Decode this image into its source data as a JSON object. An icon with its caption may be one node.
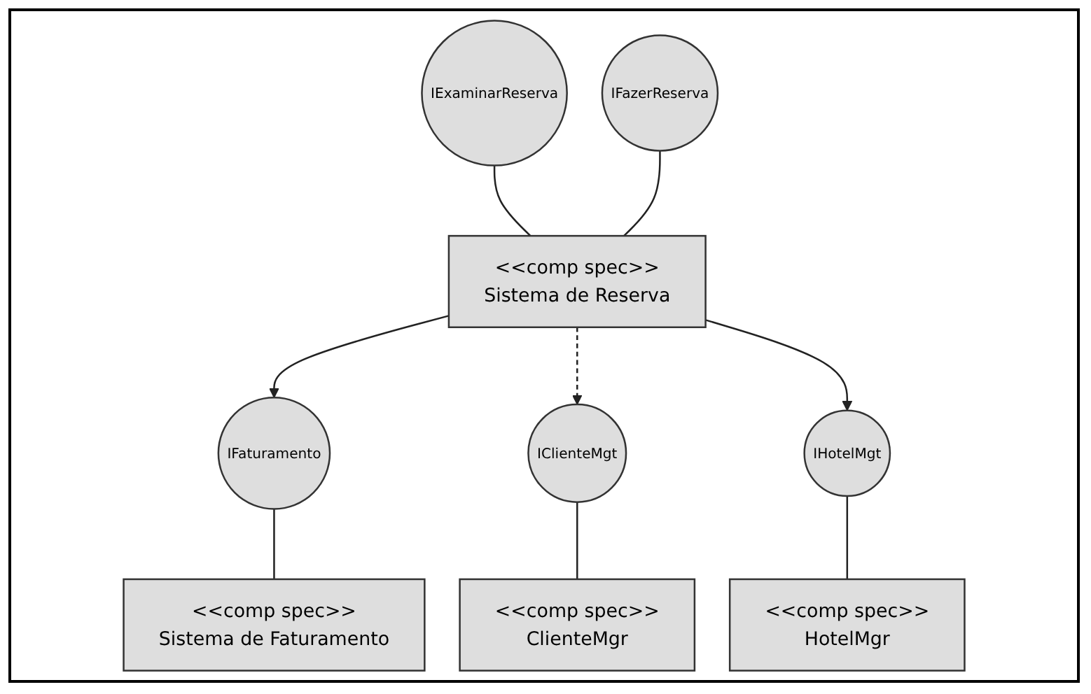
{
  "diagram": {
    "nodes": [
      {
        "text": [
          "<<comp spec>>",
          "Sistema de Reserva"
        ]
      },
      {
        "text": [
          "IExaminarReserva"
        ]
      },
      {
        "text": [
          "IFazerReserva"
        ]
      },
      {
        "text": [
          "<<comp spec>>",
          "Sistema de Faturamento"
        ]
      },
      {
        "text": [
          "IFaturamento"
        ]
      },
      {
        "text": [
          "<<comp spec>>",
          "ClienteMgr"
        ]
      },
      {
        "text": [
          "IClienteMgt"
        ]
      },
      {
        "text": [
          "<<comp spec>>",
          "HotelMgr"
        ]
      },
      {
        "text": [
          "IHotelMgt"
        ]
      }
    ],
    "edges": [
      {
        "from": 0,
        "to": 1,
        "arrow": "none"
      },
      {
        "from": 0,
        "to": 2,
        "arrow": "none"
      },
      {
        "from": 0,
        "to": 4,
        "arrow": "to"
      },
      {
        "from": 3,
        "to": 4,
        "arrow": "none"
      },
      {
        "from": 0,
        "to": 6,
        "arrow": "to",
        "style": "dashed"
      },
      {
        "from": 5,
        "to": 6,
        "arrow": "none"
      },
      {
        "from": 0,
        "to": 8,
        "arrow": "to"
      },
      {
        "from": 7,
        "to": 8,
        "arrow": "none"
      }
    ]
  }
}
